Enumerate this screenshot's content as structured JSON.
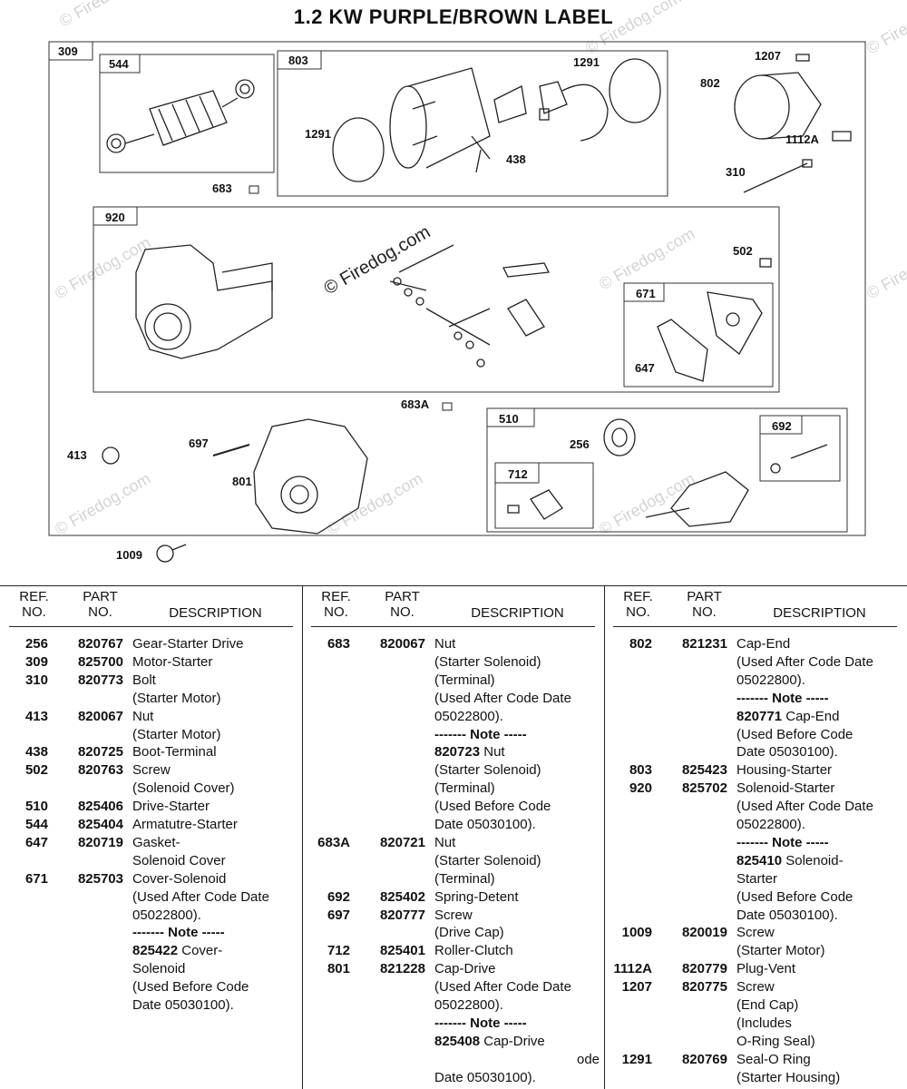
{
  "title": "1.2 KW   PURPLE/BROWN LABEL",
  "watermark_center": "© Firedog.com",
  "watermark_bg": "© Firedog.com",
  "diagram_labels": {
    "309": "309",
    "544": "544",
    "803": "803",
    "1291a": "1291",
    "1291b": "1291",
    "1207": "1207",
    "802": "802",
    "1112A": "1112A",
    "438": "438",
    "683": "683",
    "310": "310",
    "920": "920",
    "502": "502",
    "671": "671",
    "647": "647",
    "683A": "683A",
    "510": "510",
    "692": "692",
    "413": "413",
    "697": "697",
    "256": "256",
    "712": "712",
    "801": "801",
    "1009": "1009"
  },
  "table": {
    "headers": {
      "ref": "REF.\nNO.",
      "part": "PART\nNO.",
      "desc": "DESCRIPTION"
    },
    "columns": [
      [
        {
          "ref": "256",
          "part": "820767",
          "desc": "Gear-Starter Drive"
        },
        {
          "ref": "309",
          "part": "825700",
          "desc": "Motor-Starter"
        },
        {
          "ref": "310",
          "part": "820773",
          "desc": "Bolt"
        },
        {
          "desc": "(Starter Motor)"
        },
        {
          "ref": "413",
          "part": "820067",
          "desc": "Nut"
        },
        {
          "desc": "(Starter Motor)"
        },
        {
          "ref": "438",
          "part": "820725",
          "desc": "Boot-Terminal"
        },
        {
          "ref": "502",
          "part": "820763",
          "desc": "Screw"
        },
        {
          "desc": "(Solenoid Cover)"
        },
        {
          "ref": "510",
          "part": "825406",
          "desc": "Drive-Starter"
        },
        {
          "ref": "544",
          "part": "825404",
          "desc": "Armatutre-Starter"
        },
        {
          "ref": "647",
          "part": "820719",
          "desc": "Gasket-"
        },
        {
          "desc": "Solenoid Cover"
        },
        {
          "ref": "671",
          "part": "825703",
          "desc": "Cover-Solenoid"
        },
        {
          "desc": "(Used After Code Date"
        },
        {
          "desc": "05022800)."
        },
        {
          "desc": "------- Note -----",
          "bold": true
        },
        {
          "bpart": "825422",
          "desc": " Cover-"
        },
        {
          "desc": "Solenoid"
        },
        {
          "desc": "(Used Before Code"
        },
        {
          "desc": "Date 05030100)."
        }
      ],
      [
        {
          "ref": "683",
          "part": "820067",
          "desc": "Nut"
        },
        {
          "desc": "(Starter Solenoid)"
        },
        {
          "desc": "(Terminal)"
        },
        {
          "desc": "(Used After Code Date"
        },
        {
          "desc": "05022800)."
        },
        {
          "desc": "------- Note -----",
          "bold": true
        },
        {
          "bpart": "820723",
          "desc": " Nut"
        },
        {
          "desc": "(Starter Solenoid)"
        },
        {
          "desc": "(Terminal)"
        },
        {
          "desc": "(Used Before Code"
        },
        {
          "desc": "Date 05030100)."
        },
        {
          "ref": "683A",
          "part": "820721",
          "desc": "Nut"
        },
        {
          "desc": "(Starter Solenoid)"
        },
        {
          "desc": "(Terminal)"
        },
        {
          "ref": "692",
          "part": "825402",
          "desc": "Spring-Detent"
        },
        {
          "ref": "697",
          "part": "820777",
          "desc": "Screw"
        },
        {
          "desc": "(Drive Cap)"
        },
        {
          "ref": "712",
          "part": "825401",
          "desc": "Roller-Clutch"
        },
        {
          "ref": "801",
          "part": "821228",
          "desc": "Cap-Drive"
        },
        {
          "desc": "(Used After Code Date"
        },
        {
          "desc": "05022800)."
        },
        {
          "desc": "------- Note -----",
          "bold": true
        },
        {
          "bpart": "825408",
          "desc": " Cap-Drive"
        },
        {
          "desc": "ode"
        },
        {
          "desc": "Date 05030100)."
        }
      ],
      [
        {
          "ref": "802",
          "part": "821231",
          "desc": "Cap-End"
        },
        {
          "desc": "(Used After Code Date"
        },
        {
          "desc": "05022800)."
        },
        {
          "desc": "------- Note -----",
          "bold": true
        },
        {
          "bpart": "820771",
          "desc": " Cap-End"
        },
        {
          "desc": "(Used Before Code"
        },
        {
          "desc": "Date 05030100)."
        },
        {
          "ref": "803",
          "part": "825423",
          "desc": "Housing-Starter"
        },
        {
          "ref": "920",
          "part": "825702",
          "desc": "Solenoid-Starter"
        },
        {
          "desc": "(Used After Code Date"
        },
        {
          "desc": "05022800)."
        },
        {
          "desc": "------- Note -----",
          "bold": true
        },
        {
          "bpart": "825410",
          "desc": " Solenoid-"
        },
        {
          "desc": "Starter"
        },
        {
          "desc": "(Used Before Code"
        },
        {
          "desc": "Date 05030100)."
        },
        {
          "ref": "1009",
          "part": "820019",
          "desc": "Screw"
        },
        {
          "desc": "(Starter Motor)"
        },
        {
          "ref": "1112A",
          "part": "820779",
          "desc": "Plug-Vent"
        },
        {
          "ref": "1207",
          "part": "820775",
          "desc": "Screw"
        },
        {
          "desc": "(End Cap)"
        },
        {
          "desc": "(Includes"
        },
        {
          "desc": "O-Ring Seal)"
        },
        {
          "ref": "1291",
          "part": "820769",
          "desc": "Seal-O Ring"
        },
        {
          "desc": "(Starter Housing)"
        }
      ]
    ]
  }
}
